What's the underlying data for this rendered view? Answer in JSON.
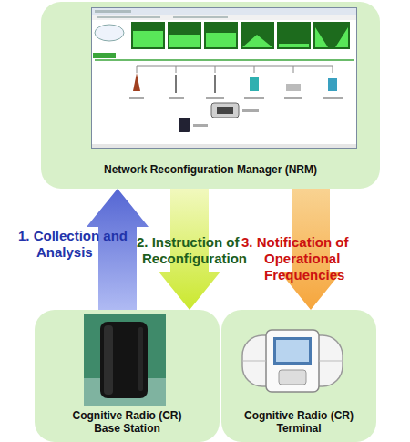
{
  "diagram": {
    "nodes": [
      {
        "text": [
          "Network Reconfiguration Manager (NRM)"
        ]
      },
      {
        "text": [
          "Cognitive Radio (CR) Base Station"
        ]
      },
      {
        "text": [
          "Cognitive Radio (CR) Terminal"
        ]
      }
    ],
    "edges": [
      {
        "from": 1,
        "to": 0,
        "arrow": "to",
        "label": "1. Collection and Analysis"
      },
      {
        "from": 0,
        "to": 1,
        "arrow": "to",
        "label": "2. Instruction of Reconfiguration"
      },
      {
        "from": 0,
        "to": 2,
        "arrow": "to",
        "label": "3. Notification of Operational Frequencies"
      }
    ]
  }
}
